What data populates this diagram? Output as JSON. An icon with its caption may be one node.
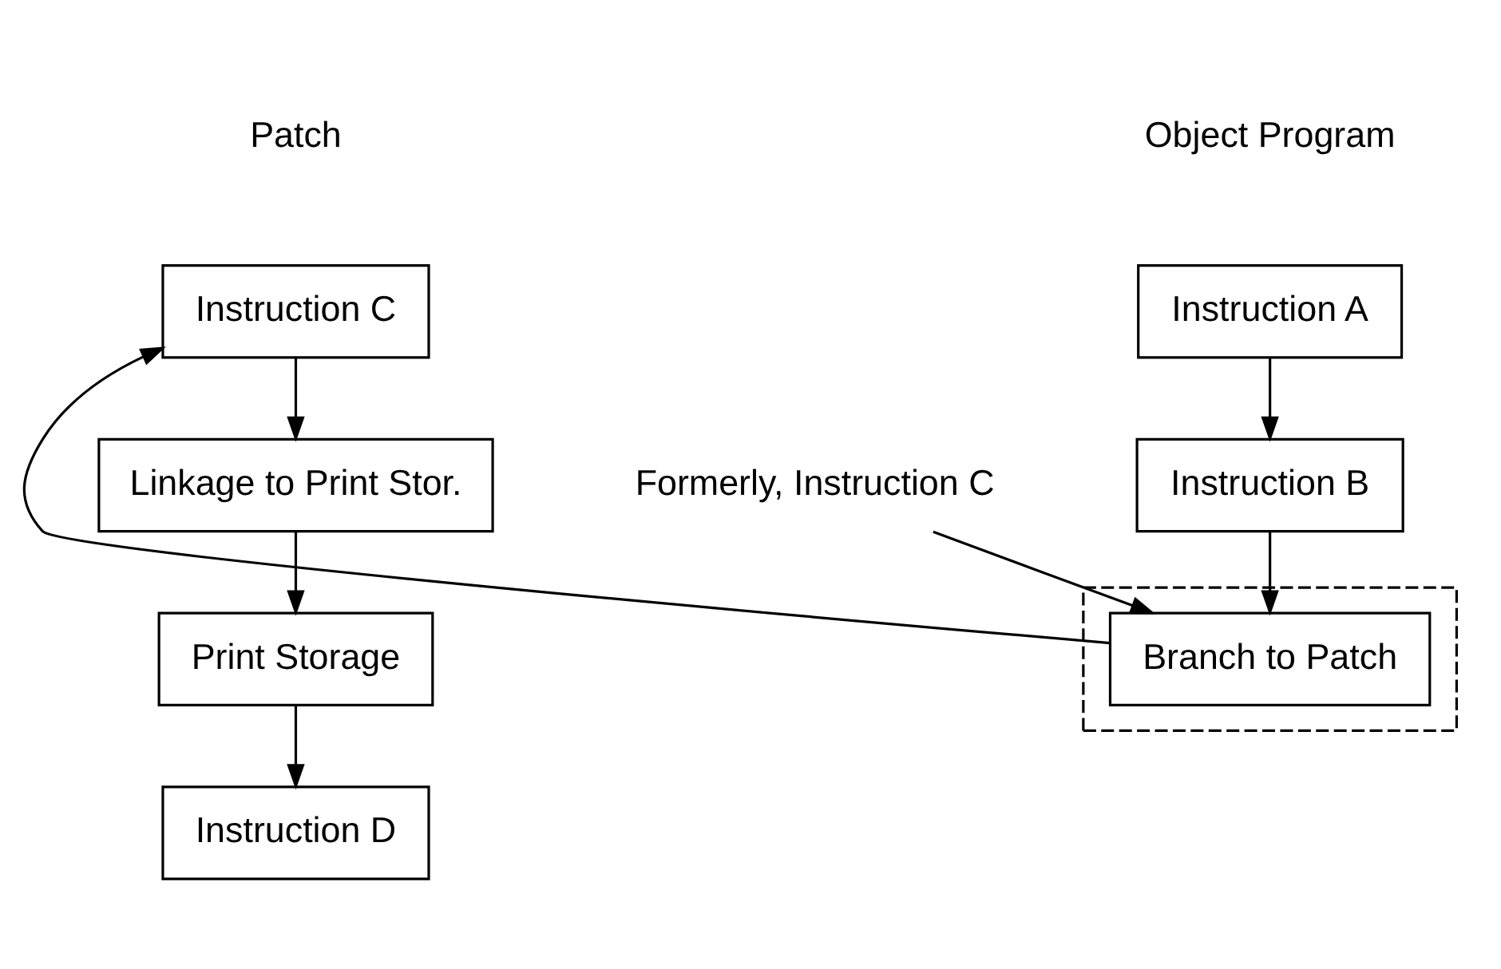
{
  "diagram": {
    "nodes": [
      {
        "text": [
          "Instruction A"
        ]
      },
      {
        "text": [
          "Instruction B"
        ]
      },
      {
        "text": [],
        "shape": "box"
      },
      {
        "text": [
          "Branch to Patch"
        ],
        "in": 2
      },
      {
        "text": [
          "Instruction C"
        ]
      },
      {
        "text": [
          "Linkage to Print Stor."
        ]
      },
      {
        "text": [
          "Print Storage"
        ]
      },
      {
        "text": [
          "Instruction D"
        ]
      },
      {
        "text": [
          "Formerly, Instruction C"
        ]
      }
    ],
    "edges": [
      {
        "from": 0,
        "to": 1,
        "arrow": "to"
      },
      {
        "from": 1,
        "to": 3,
        "arrow": "to"
      },
      {
        "from": 3,
        "to": 4,
        "arrow": "to"
      },
      {
        "from": 4,
        "to": 5,
        "arrow": "to"
      },
      {
        "from": 5,
        "to": 6,
        "arrow": "to"
      },
      {
        "from": 6,
        "to": 7,
        "arrow": "to"
      },
      {
        "from": 8,
        "to": 3,
        "arrow": "to"
      }
    ],
    "labels": [
      "Object Program",
      "Patch"
    ]
  }
}
